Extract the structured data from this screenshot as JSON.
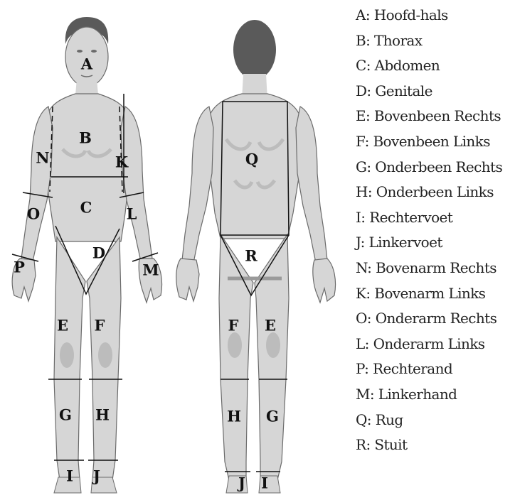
{
  "legend": [
    "A: Hoofd-hals",
    "B: Thorax",
    "C: Abdomen",
    "D: Genitale",
    "E: Bovenbeen Rechts",
    "F: Bovenbeen Links",
    "G: Onderbeen Rechts",
    "H: Onderbeen Links",
    "I: Rechtervoet",
    "J: Linkervoet",
    "N: Bovenarm Rechts",
    "K: Bovenarm Links",
    "O: Onderarm Rechts",
    "L: Onderarm Links",
    "P: Rechterand",
    "M: Linkerhand",
    "Q: Rug",
    "R: Stuit"
  ],
  "front_labels": {
    "A": "A",
    "B": "B",
    "C": "C",
    "D": "D",
    "E": "E",
    "F": "F",
    "G": "G",
    "H": "H",
    "I": "I",
    "J": "J",
    "N": "N",
    "K": "K",
    "O": "O",
    "L": "L",
    "P": "P",
    "M": "M"
  },
  "back_labels": {
    "Q": "Q",
    "R": "R",
    "F": "F",
    "E": "E",
    "H": "H",
    "G": "G",
    "J": "J",
    "I": "I"
  },
  "colors": {
    "skin": "#d6d6d6",
    "shadow": "#bcbcbc",
    "hair": "#5a5a5a",
    "outline": "#6b6b6b",
    "line": "#111111"
  }
}
